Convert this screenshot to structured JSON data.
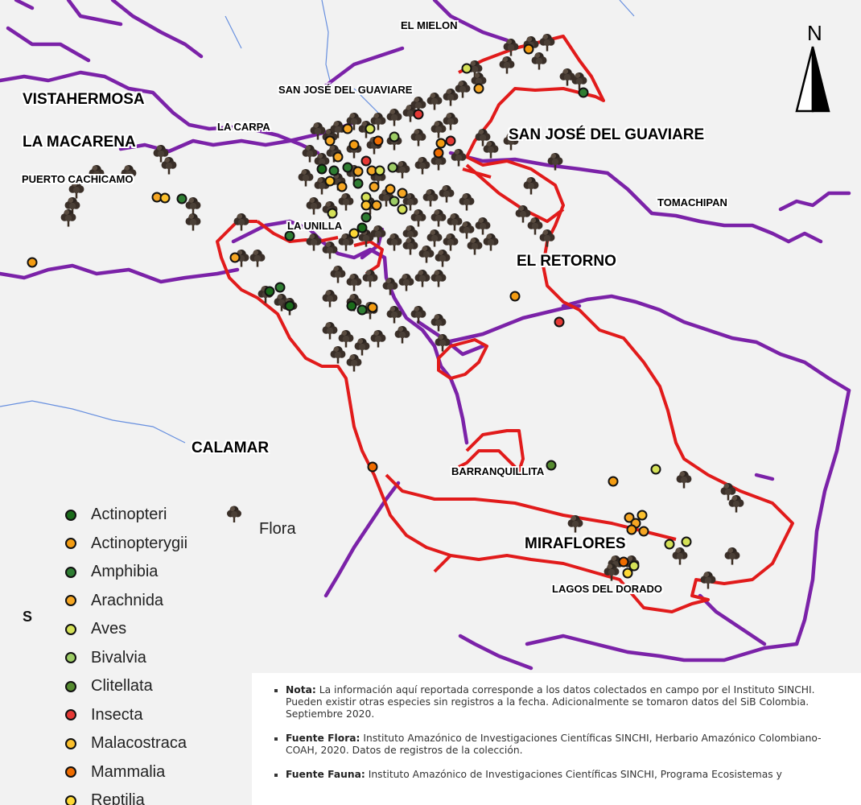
{
  "map": {
    "place_labels": [
      {
        "id": "el-mielon",
        "text": "EL MIELON",
        "size": "sm"
      },
      {
        "id": "vistahermosa",
        "text": "VISTAHERMOSA",
        "size": "big"
      },
      {
        "id": "san-jose-small",
        "text": "SAN JOSÉ DEL GUAVIARE",
        "size": "sm"
      },
      {
        "id": "la-carpa",
        "text": "LA CARPA",
        "size": "sm"
      },
      {
        "id": "la-macarena",
        "text": "LA MACARENA",
        "size": "big"
      },
      {
        "id": "san-jose-big",
        "text": "SAN JOSÉ DEL GUAVIARE",
        "size": "big"
      },
      {
        "id": "puerto-cachicamo",
        "text": "PUERTO CACHICAMO",
        "size": "sm"
      },
      {
        "id": "tomachipan",
        "text": "TOMACHIPAN",
        "size": "sm"
      },
      {
        "id": "la-unilla",
        "text": "LA UNILLA",
        "size": "sm"
      },
      {
        "id": "el-retorno",
        "text": "EL RETORNO",
        "size": "big"
      },
      {
        "id": "calamar",
        "text": "CALAMAR",
        "size": "big"
      },
      {
        "id": "barranquillita",
        "text": "BARRANQUILLITA",
        "size": "sm"
      },
      {
        "id": "miraflores",
        "text": "MIRAFLORES",
        "size": "big"
      },
      {
        "id": "lagos-del-dorado",
        "text": "LAGOS DEL DORADO",
        "size": "sm"
      }
    ],
    "north_label": "N",
    "stray_label": "S",
    "colors": {
      "boundary": "#e11b1b",
      "river": "#7b1fa2",
      "stream": "#3a6fd8",
      "background": "#f2f2f2"
    }
  },
  "legend": {
    "fauna": [
      {
        "label": "Actinopteri",
        "color": "#1a6b1a"
      },
      {
        "label": "Actinopterygii",
        "color": "#f39c12"
      },
      {
        "label": "Amphibia",
        "color": "#2e7d32"
      },
      {
        "label": "Arachnida",
        "color": "#f5a623"
      },
      {
        "label": "Aves",
        "color": "#d4e157"
      },
      {
        "label": "Bivalvia",
        "color": "#9ccc65"
      },
      {
        "label": "Clitellata",
        "color": "#558b2f"
      },
      {
        "label": "Insecta",
        "color": "#e53935"
      },
      {
        "label": "Malacostraca",
        "color": "#fbc02d"
      },
      {
        "label": "Mammalia",
        "color": "#ef6c00"
      },
      {
        "label": "Reptilia",
        "color": "#fdd835"
      }
    ],
    "flora_label": "Flora",
    "flora_icon": "tree-icon"
  },
  "notes": [
    {
      "title": "Nota:",
      "text": " La información aquí reportada corresponde a los datos colectados en campo por el Instituto SINCHI. Pueden existir otras especies sin registros a la fecha. Adicionalmente se tomaron datos del SiB Colombia. Septiembre 2020."
    },
    {
      "title": "Fuente Flora:",
      "text": " Instituto Amazónico de Investigaciones Científicas SINCHI, Herbario Amazónico Colombiano-COAH, 2020. Datos de registros de la colección."
    },
    {
      "title": "Fuente Fauna:",
      "text": " Instituto Amazónico de Investigaciones Científicas SINCHI, Programa Ecosistemas y"
    }
  ]
}
